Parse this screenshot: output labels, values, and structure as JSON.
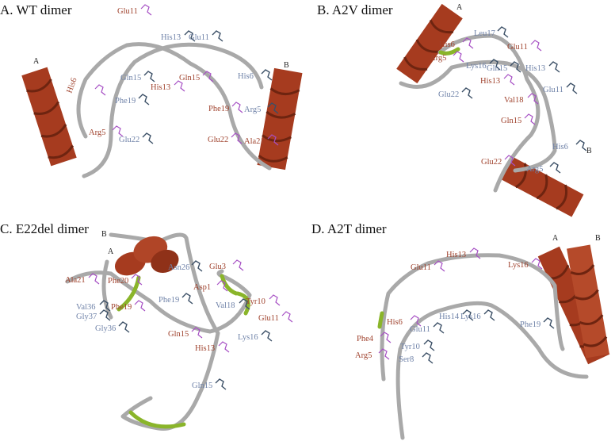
{
  "colors": {
    "label_red": "#a0432e",
    "label_blue": "#6f82a8",
    "helix": "#a63b1f",
    "coil": "#b5b5b5",
    "strand_turn": "#8ab52a"
  },
  "panels": [
    {
      "title": "A. WT dimer",
      "chain_labels": [
        "A",
        "B"
      ],
      "residues": [
        {
          "label": "Glu11",
          "color": "red"
        },
        {
          "label": "His13",
          "color": "blue"
        },
        {
          "label": "Glu11",
          "color": "blue"
        },
        {
          "label": "Gln15",
          "color": "blue"
        },
        {
          "label": "His13",
          "color": "red"
        },
        {
          "label": "Gln15",
          "color": "red"
        },
        {
          "label": "His6",
          "color": "red"
        },
        {
          "label": "Phe19",
          "color": "blue"
        },
        {
          "label": "His6",
          "color": "blue"
        },
        {
          "label": "Phe19",
          "color": "red"
        },
        {
          "label": "Arg5",
          "color": "blue"
        },
        {
          "label": "Arg5",
          "color": "red"
        },
        {
          "label": "Glu22",
          "color": "blue"
        },
        {
          "label": "Glu22",
          "color": "red"
        },
        {
          "label": "Ala21",
          "color": "red"
        }
      ]
    },
    {
      "title": "B. A2V dimer",
      "chain_labels": [
        "A",
        "B"
      ],
      "residues": [
        {
          "label": "Leu17",
          "color": "blue"
        },
        {
          "label": "His6",
          "color": "red"
        },
        {
          "label": "Glu11",
          "color": "red"
        },
        {
          "label": "Arg5",
          "color": "red"
        },
        {
          "label": "Lys16",
          "color": "blue"
        },
        {
          "label": "Gln15",
          "color": "blue"
        },
        {
          "label": "His13",
          "color": "blue"
        },
        {
          "label": "His13",
          "color": "red"
        },
        {
          "label": "Glu22",
          "color": "blue"
        },
        {
          "label": "Glu11",
          "color": "blue"
        },
        {
          "label": "Val18",
          "color": "red"
        },
        {
          "label": "Gln15",
          "color": "red"
        },
        {
          "label": "His6",
          "color": "blue"
        },
        {
          "label": "Glu22",
          "color": "red"
        },
        {
          "label": "Arg5",
          "color": "blue"
        }
      ]
    },
    {
      "title": "C. E22del dimer",
      "chain_labels": [
        "B",
        "A"
      ],
      "residues": [
        {
          "label": "Asn26",
          "color": "blue"
        },
        {
          "label": "Glu3",
          "color": "red"
        },
        {
          "label": "Ala21",
          "color": "red"
        },
        {
          "label": "Phe20",
          "color": "red"
        },
        {
          "label": "Asp1",
          "color": "red"
        },
        {
          "label": "Phe19",
          "color": "blue"
        },
        {
          "label": "Tyr10",
          "color": "red"
        },
        {
          "label": "Val18",
          "color": "blue"
        },
        {
          "label": "Val36",
          "color": "blue"
        },
        {
          "label": "Phe19",
          "color": "red"
        },
        {
          "label": "Gly37",
          "color": "blue"
        },
        {
          "label": "Glu11",
          "color": "red"
        },
        {
          "label": "Gly36",
          "color": "blue"
        },
        {
          "label": "Gln15",
          "color": "red"
        },
        {
          "label": "Lys16",
          "color": "blue"
        },
        {
          "label": "His13",
          "color": "red"
        },
        {
          "label": "Gln15",
          "color": "blue"
        }
      ]
    },
    {
      "title": "D. A2T dimer",
      "chain_labels": [
        "A",
        "B"
      ],
      "residues": [
        {
          "label": "His13",
          "color": "red"
        },
        {
          "label": "Glu11",
          "color": "red"
        },
        {
          "label": "Lys16",
          "color": "red"
        },
        {
          "label": "His14",
          "color": "blue"
        },
        {
          "label": "Lys16",
          "color": "blue"
        },
        {
          "label": "His6",
          "color": "red"
        },
        {
          "label": "Phe19",
          "color": "blue"
        },
        {
          "label": "Glu11",
          "color": "blue"
        },
        {
          "label": "Phe4",
          "color": "red"
        },
        {
          "label": "Tyr10",
          "color": "blue"
        },
        {
          "label": "Arg5",
          "color": "red"
        },
        {
          "label": "Ser8",
          "color": "blue"
        }
      ]
    }
  ]
}
